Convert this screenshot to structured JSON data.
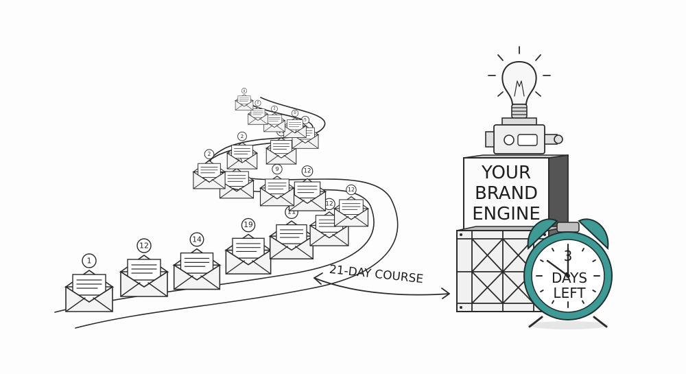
{
  "course": {
    "label": "21-DAY COURSE"
  },
  "engine": {
    "line1": "YOUR",
    "line2": "BRAND",
    "line3": "ENGINE"
  },
  "clock": {
    "number": "3",
    "line1": "DAYS",
    "line2": "LEFT"
  },
  "envelopes": [
    {
      "number": "1"
    },
    {
      "number": "12"
    },
    {
      "number": "14"
    },
    {
      "number": "19"
    },
    {
      "number": "11"
    },
    {
      "number": "12"
    },
    {
      "number": "12"
    },
    {
      "number": "12"
    },
    {
      "number": "9"
    },
    {
      "number": "15"
    },
    {
      "number": "2"
    },
    {
      "number": "2"
    },
    {
      "number": "19"
    },
    {
      "number": "5"
    },
    {
      "number": "0"
    },
    {
      "number": "2"
    },
    {
      "number": "2"
    },
    {
      "number": "0"
    }
  ],
  "colors": {
    "ink": "#2a2a2a",
    "accent": "#3f9a96",
    "paper": "#fdfdfd"
  },
  "icons": [
    "envelope-icon",
    "light-bulb-icon",
    "alarm-clock-icon",
    "double-arrow-icon"
  ]
}
